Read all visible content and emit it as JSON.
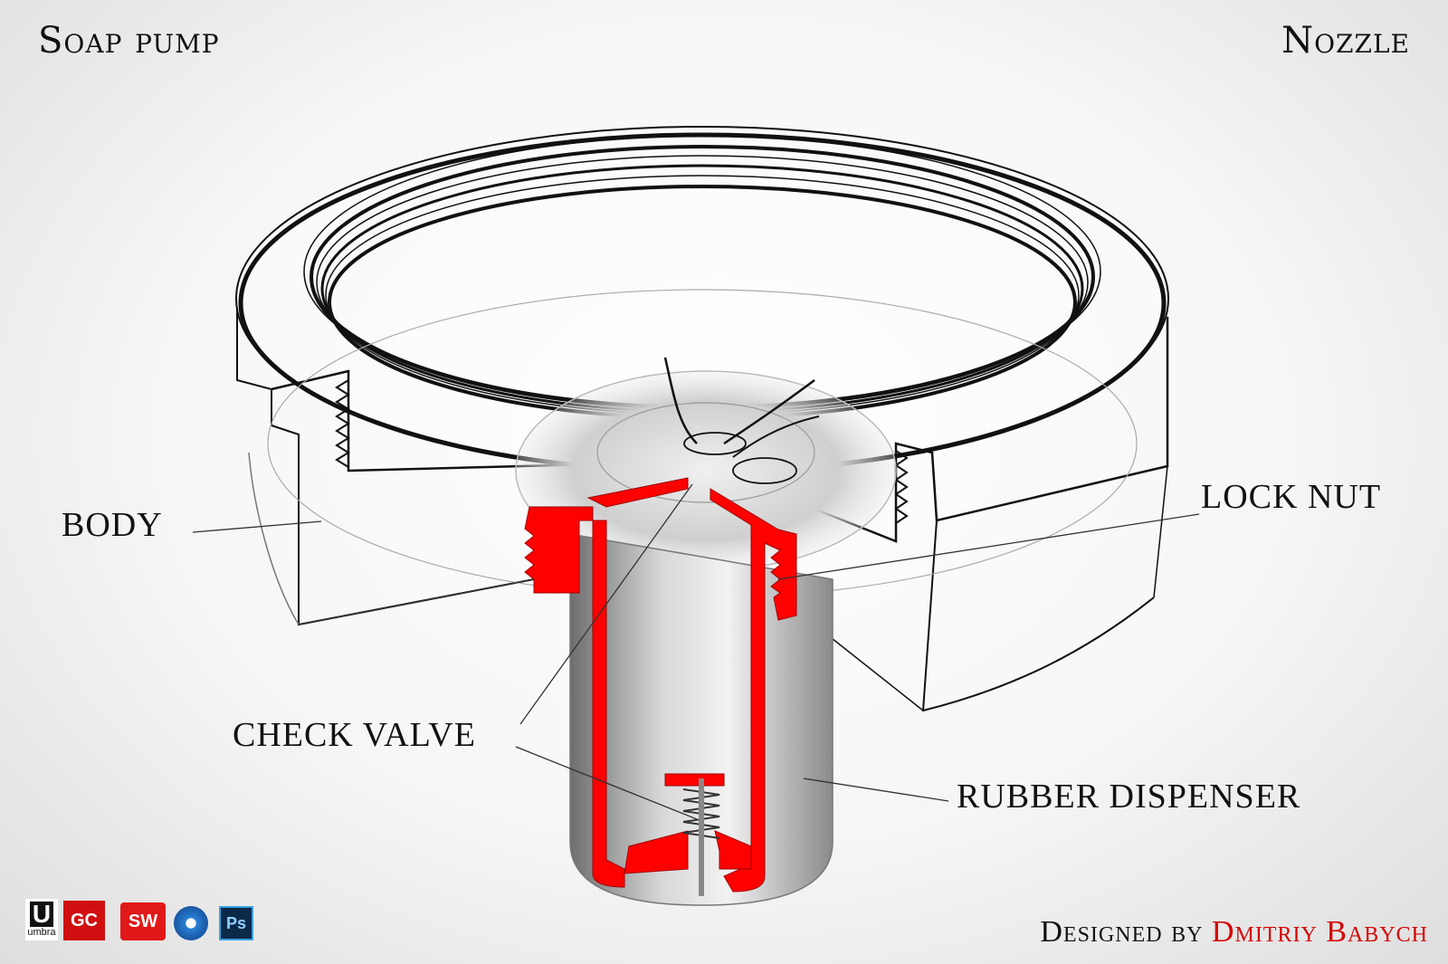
{
  "header": {
    "title_left": "Soap pump",
    "title_right": "Nozzle"
  },
  "labels": {
    "body": "BODY",
    "lock_nut": "LOCK NUT",
    "check_valve": "CHECK VALVE",
    "rubber_dispenser": "RUBBER DISPENSER"
  },
  "credit": {
    "prefix": "Designed by",
    "author": "Dmitriy Babych"
  },
  "logos": {
    "umbra_mark": "U",
    "umbra_text": "umbra",
    "gc": "GC",
    "sw": "SW",
    "ps": "Ps"
  },
  "colors": {
    "section": "#ff0000",
    "author": "#d60000",
    "outline": "#111111"
  }
}
